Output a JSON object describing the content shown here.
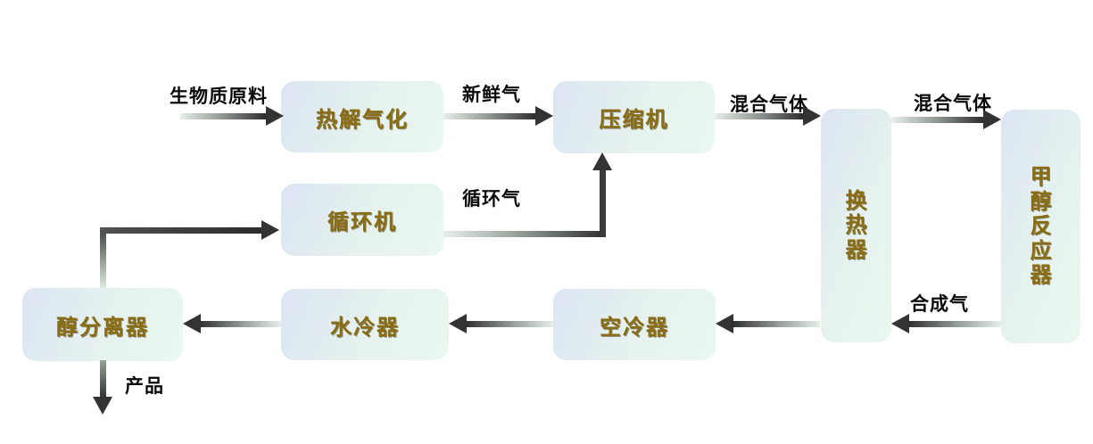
{
  "nodes": {
    "pyrolysis": "热解气化",
    "compressor": "压缩机",
    "heat_exchanger": "换\n热\n器",
    "methanol_reactor": "甲\n醇\n反\n应\n器",
    "recycler": "循环机",
    "air_cooler": "空冷器",
    "water_cooler": "水冷器",
    "alcohol_separator": "醇分离器"
  },
  "stream_labels": {
    "biomass_feed": "生物质原料",
    "fresh_gas": "新鲜气",
    "mixed_gas_to_exchanger": "混合气体",
    "mixed_gas_to_reactor": "混合气体",
    "recycle_gas": "循环气",
    "syngas": "合成气",
    "product": "产品"
  },
  "colors": {
    "background": "#ffffff",
    "node_gradient_start": "#dce5f3",
    "node_gradient_end": "#eaf8f0",
    "node_text": "#8a6c12",
    "stream_label_text": "#0a0a0a",
    "arrow_dark": "#2e2e2e",
    "arrow_light": "#e6efe9"
  }
}
